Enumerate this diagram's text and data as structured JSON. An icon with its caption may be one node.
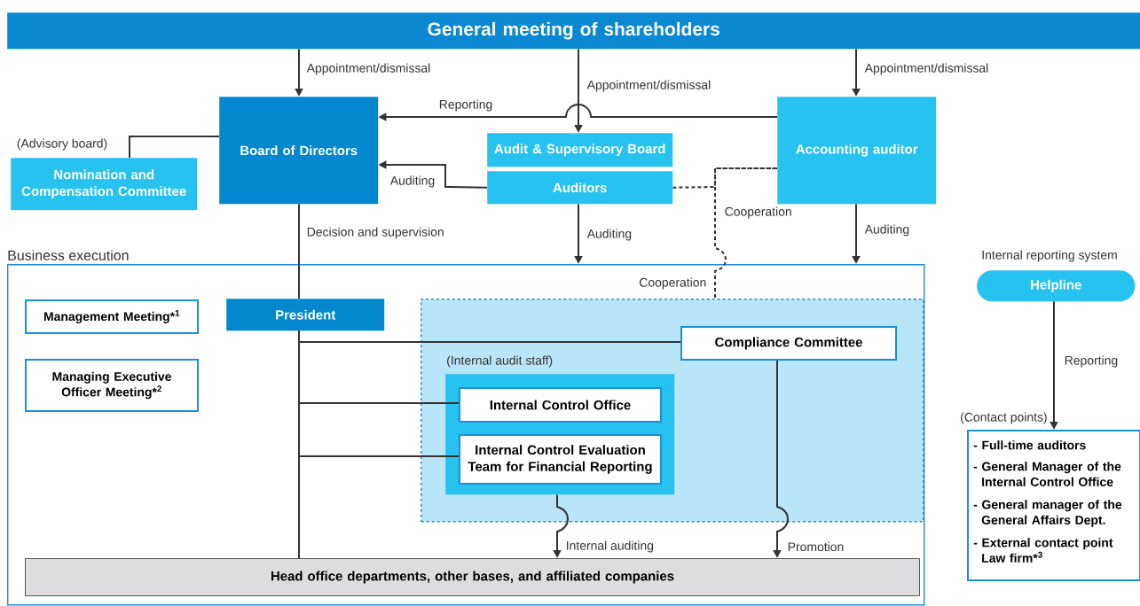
{
  "diagram": {
    "nodes": [
      {
        "text": [
          "General meeting of shareholders"
        ]
      },
      {
        "text": [
          "Board of Directors"
        ]
      },
      {
        "text": [
          "Audit & Supervisory Board"
        ]
      },
      {
        "text": [
          "Auditors"
        ]
      },
      {
        "text": [
          "Accounting auditor"
        ]
      },
      {
        "text": [
          "Nomination and Compensation Committee"
        ],
        "beside": [
          "(Advisory board)"
        ]
      },
      {
        "text": [
          "Business execution"
        ]
      },
      {
        "text": [
          "Management Meeting*$^{1}$"
        ],
        "in": 6
      },
      {
        "text": [
          "President"
        ],
        "in": 6
      },
      {
        "text": [
          "Managing Executive Officer Meeting*$^{2}$"
        ],
        "in": 6
      },
      {
        "text": [],
        "shape": "box",
        "in": 6
      },
      {
        "text": [
          "Compliance Committee"
        ],
        "in": 10
      },
      {
        "text": [
          "(Internal audit staff)"
        ],
        "in": 10
      },
      {
        "text": [
          "Internal Control Office"
        ],
        "in": 12
      },
      {
        "text": [
          "Internal Control Evaluation Team for Financial Reporting"
        ],
        "in": 12
      },
      {
        "text": [
          "Head office departments, other bases, and affiliated companies"
        ],
        "in": 6
      },
      {
        "text": [
          "Helpline"
        ],
        "beside": [
          "Internal reporting system"
        ]
      },
      {
        "text": [
          "(Contact points)",
          "- Full-time auditors",
          "- General Manager of the Internal Control Office",
          "- General manager of the General Affairs Dept.",
          "- External contact point Law firm*$^{3}$"
        ]
      }
    ],
    "edges": [
      {
        "from": 0,
        "to": 1,
        "arrow": "to",
        "label": "Appointment/dismissal"
      },
      {
        "from": 0,
        "to": 2,
        "arrow": "to",
        "label": "Appointment/dismissal"
      },
      {
        "from": 0,
        "to": 4,
        "arrow": "to",
        "label": "Appointment/dismissal"
      },
      {
        "from": 4,
        "to": 1,
        "arrow": "to",
        "label": "Reporting"
      },
      {
        "from": 3,
        "to": 1,
        "arrow": "to",
        "label": "Auditing"
      },
      {
        "from": 1,
        "to": 5,
        "arrow": "none"
      },
      {
        "from": 3,
        "to": 6,
        "arrow": "to",
        "label": "Auditing"
      },
      {
        "from": 4,
        "to": 6,
        "arrow": "to",
        "label": "Auditing"
      },
      {
        "from": 3,
        "to": 4,
        "arrow": "none",
        "style": "dashed",
        "label": "Cooperation"
      },
      {
        "from": 4,
        "to": 10,
        "arrow": "none",
        "style": "dashed",
        "label": "Cooperation"
      },
      {
        "from": 1,
        "to": 8,
        "arrow": "none",
        "label": "Decision and supervision"
      },
      {
        "from": 8,
        "to": 15,
        "arrow": "none"
      },
      {
        "from": 8,
        "to": 11,
        "arrow": "none"
      },
      {
        "from": 8,
        "to": 13,
        "arrow": "none"
      },
      {
        "from": 8,
        "to": 14,
        "arrow": "none"
      },
      {
        "from": 12,
        "to": 15,
        "arrow": "to",
        "label": "Internal auditing"
      },
      {
        "from": 11,
        "to": 15,
        "arrow": "to",
        "label": "Promotion"
      },
      {
        "from": 16,
        "to": 17,
        "arrow": "to",
        "label": "Reporting"
      }
    ]
  }
}
